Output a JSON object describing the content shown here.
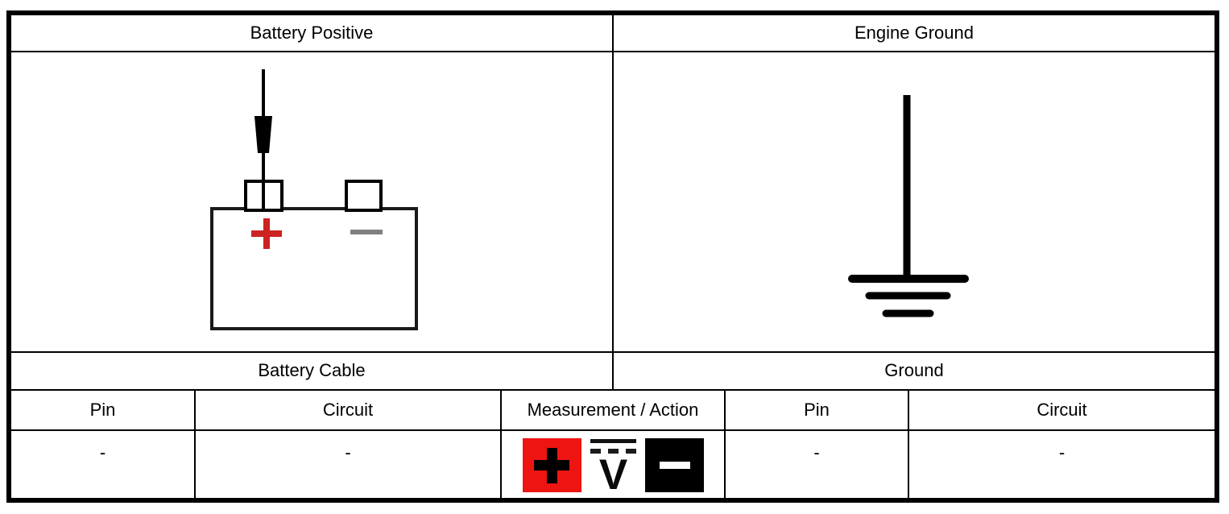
{
  "header": {
    "left_title": "Battery Positive",
    "right_title": "Engine Ground"
  },
  "sub_header": {
    "left_title": "Battery Cable",
    "right_title": "Ground"
  },
  "columns": {
    "left_pin": "Pin",
    "left_circuit": "Circuit",
    "measurement_action": "Measurement / Action",
    "right_pin": "Pin",
    "right_circuit": "Circuit"
  },
  "values": {
    "left_pin": "-",
    "left_circuit": "-",
    "right_pin": "-",
    "right_circuit": "-"
  },
  "measurement": {
    "icons": [
      {
        "name": "positive-probe-icon",
        "glyph": "+",
        "bg": "#ee1411",
        "fg": "#000000"
      },
      {
        "name": "dc-voltage-icon",
        "glyph": "V",
        "bg": "#ffffff",
        "fg": "#000000"
      },
      {
        "name": "negative-probe-icon",
        "glyph": "−",
        "bg": "#000000",
        "fg": "#ffffff"
      }
    ]
  },
  "diagrams": {
    "battery": {
      "name": "battery-with-positive-probe",
      "positive_mark": "+",
      "negative_mark": "−",
      "positive_color": "#cc2222",
      "negative_color": "#808080"
    },
    "ground": {
      "name": "engine-ground-symbol"
    }
  }
}
